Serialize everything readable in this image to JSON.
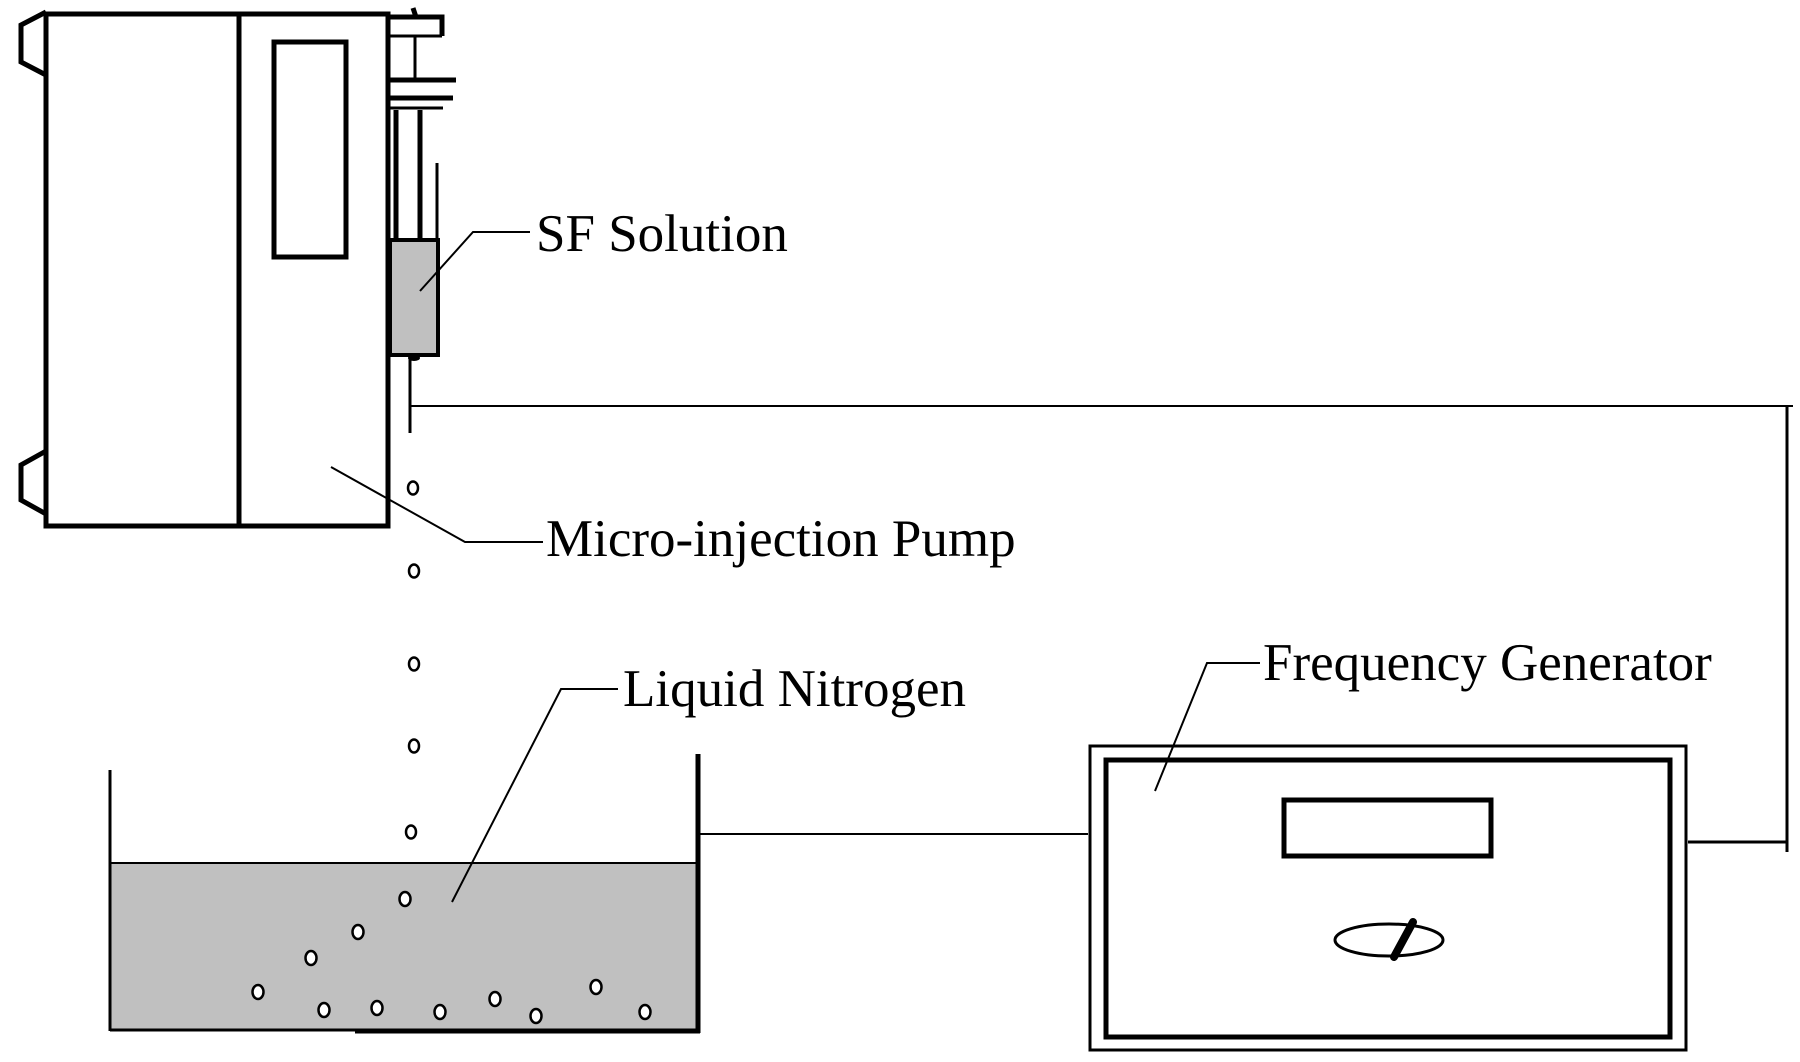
{
  "diagram": {
    "title": "Experimental setup for SF microsphere preparation",
    "labels": {
      "sf_solution": "SF Solution",
      "pump": "Micro-injection Pump",
      "liquid_nitrogen": "Liquid Nitrogen",
      "frequency_generator": "Frequency Generator"
    },
    "colors": {
      "liquid_fill": "#c0c0c0",
      "solution_fill": "#c0c0c0",
      "line": "#000000",
      "background": "#ffffff"
    },
    "components": [
      {
        "id": "pump",
        "name": "Micro-injection Pump"
      },
      {
        "id": "syringe",
        "name": "SF Solution syringe"
      },
      {
        "id": "container",
        "name": "Liquid Nitrogen bath"
      },
      {
        "id": "generator",
        "name": "Frequency Generator"
      }
    ],
    "connections": [
      {
        "from": "needle",
        "to": "generator"
      },
      {
        "from": "container",
        "to": "generator"
      }
    ],
    "falling_droplet_count": 5,
    "submerged_droplet_count": 11
  }
}
